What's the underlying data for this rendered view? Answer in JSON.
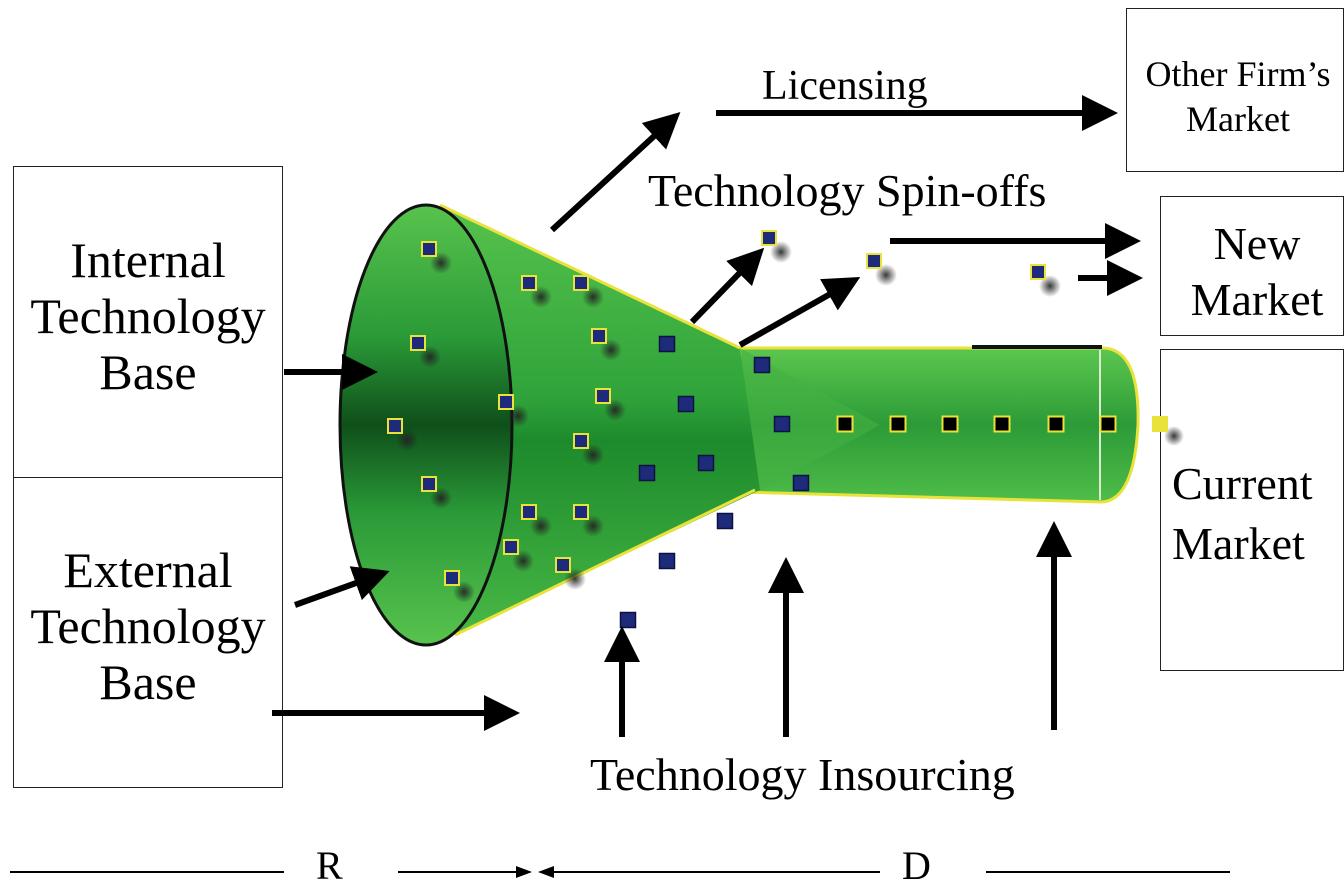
{
  "boxes": {
    "internal": "Internal Technology Base",
    "external": "External Technology Base",
    "other_firm": "Other Firm’s Market",
    "new_market": "New Market",
    "current_market": "Current Market"
  },
  "labels": {
    "licensing": "Licensing",
    "spinoffs": "Technology Spin-offs",
    "insourcing": "Technology Insourcing",
    "r": "R",
    "d": "D"
  },
  "colors": {
    "funnel_green": "#4cbb47",
    "funnel_dark": "#0f4f1a",
    "outline_yellow": "#e8e23a",
    "square_blue": "#1d2b7a"
  }
}
